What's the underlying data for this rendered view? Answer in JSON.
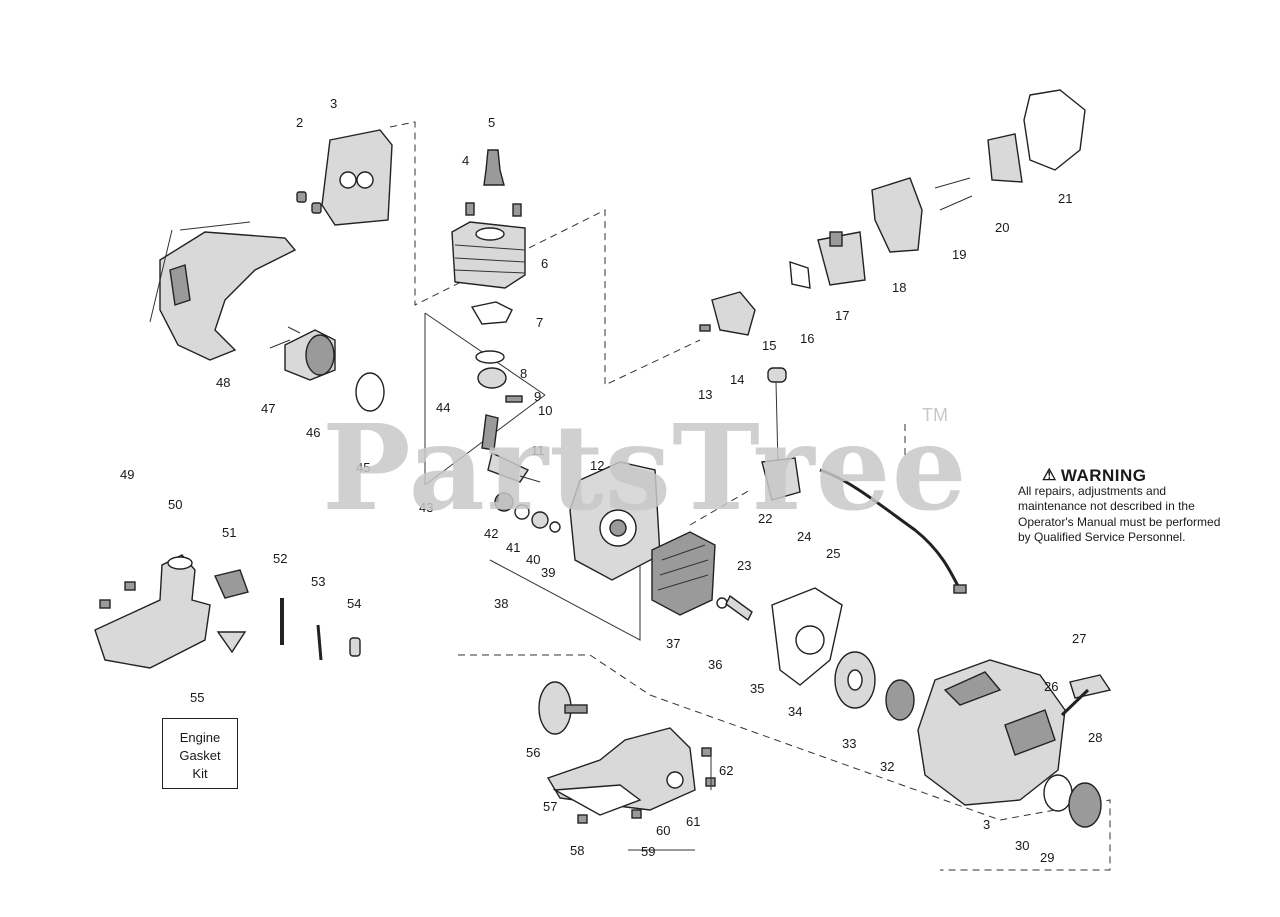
{
  "watermark": {
    "text": "PartsTree",
    "trademark": "TM"
  },
  "warning": {
    "heading": "WARNING",
    "icon": "warning-triangle-icon",
    "body": "All repairs, adjustments and maintenance not described in the Operator's Manual must be performed by Qualified Service Personnel."
  },
  "kit_box": {
    "lines": [
      "Engine",
      "Gasket",
      "Kit"
    ]
  },
  "callouts": {
    "c2": "2",
    "c3": "3",
    "c4": "4",
    "c5": "5",
    "c6": "6",
    "c7": "7",
    "c8": "8",
    "c9": "9",
    "c10": "10",
    "c11": "11",
    "c12": "12",
    "c13": "13",
    "c14": "14",
    "c15": "15",
    "c16": "16",
    "c17": "17",
    "c18": "18",
    "c19": "19",
    "c20": "20",
    "c21": "21",
    "c22": "22",
    "c23": "23",
    "c24": "24",
    "c25": "25",
    "c26": "26",
    "c27": "27",
    "c28": "28",
    "c29": "29",
    "c30": "30",
    "c31": "3",
    "c32": "32",
    "c33": "33",
    "c34": "34",
    "c35": "35",
    "c36": "36",
    "c37": "37",
    "c38": "38",
    "c39": "39",
    "c40": "40",
    "c41": "41",
    "c42": "42",
    "c43": "43",
    "c44": "44",
    "c45": "45",
    "c46": "46",
    "c47": "47",
    "c48": "48",
    "c49": "49",
    "c50": "50",
    "c51": "51",
    "c52": "52",
    "c53": "53",
    "c54": "54",
    "c55": "55",
    "c56": "56",
    "c57": "57",
    "c58": "58",
    "c59": "59",
    "c60": "60",
    "c61": "61",
    "c62": "62"
  },
  "colors": {
    "ink": "#1a1a1a",
    "part_fill": "#d9d9d9",
    "watermark": "#c8c8c8"
  }
}
